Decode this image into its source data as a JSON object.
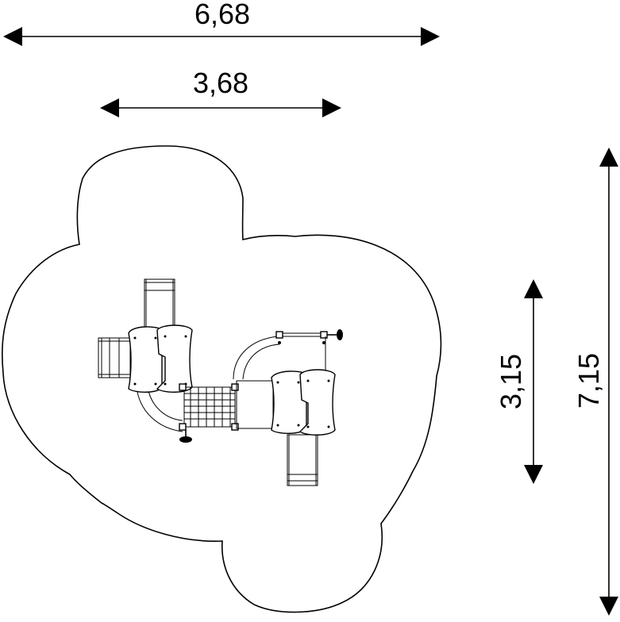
{
  "dimensions": {
    "overall_width": "6,68",
    "equipment_width": "3,68",
    "equipment_depth": "3,15",
    "overall_depth": "7,15"
  },
  "colors": {
    "line": "#000000",
    "background": "#ffffff"
  }
}
